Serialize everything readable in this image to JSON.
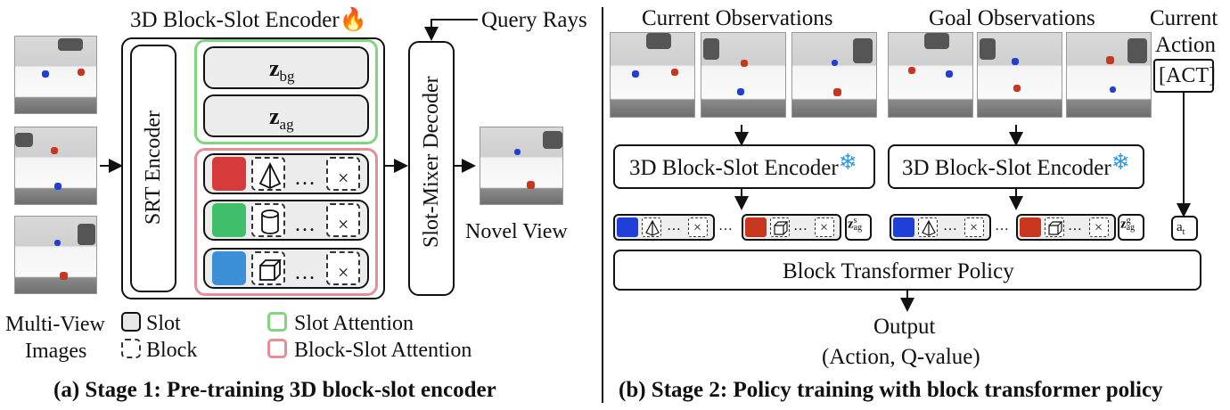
{
  "left": {
    "encoder_title": "3D Block-Slot Encoder",
    "fire_icon": "fire-icon",
    "query_rays": "Query Rays",
    "srt_encoder": "SRT Encoder",
    "slot_mixer_decoder": "Slot-Mixer Decoder",
    "z_bg": {
      "base": "z",
      "sub": "bg"
    },
    "z_ag": {
      "base": "z",
      "sub": "ag"
    },
    "slot_colors": [
      "#d63a3a",
      "#3fbf6a",
      "#3a8fd6"
    ],
    "ellipsis": "…",
    "x_mark": "×",
    "novel_view": "Novel View",
    "multi_view_line1": "Multi-View",
    "multi_view_line2": "Images",
    "legend": {
      "slot": "Slot",
      "block": "Block",
      "slot_attention": "Slot Attention",
      "block_slot_attention": "Block-Slot Attention",
      "slot_attention_color": "#7fd67f",
      "block_slot_attention_color": "#e88c9a"
    },
    "caption": "(a) Stage 1: Pre-training 3D block-slot encoder"
  },
  "right": {
    "current_observations": "Current Observations",
    "goal_observations": "Goal Observations",
    "current_action_line1": "Current",
    "current_action_line2": "Action",
    "act_token": "[ACT]",
    "encoder_label": "3D Block-Slot Encoder",
    "snowflake_icon": "snowflake-icon",
    "token_colors": [
      "#1f3fd6",
      "#c9361e"
    ],
    "dots": "…",
    "z_s": {
      "base": "z",
      "sup": "s",
      "sub": "ag"
    },
    "z_g": {
      "base": "z",
      "sup": "g",
      "sub": "ag"
    },
    "a_t": {
      "base": "a",
      "sub": "t"
    },
    "policy": "Block Transformer Policy",
    "output_line1": "Output",
    "output_line2": "(Action, Q-value)",
    "caption": "(b) Stage 2: Policy training with block transformer policy"
  }
}
